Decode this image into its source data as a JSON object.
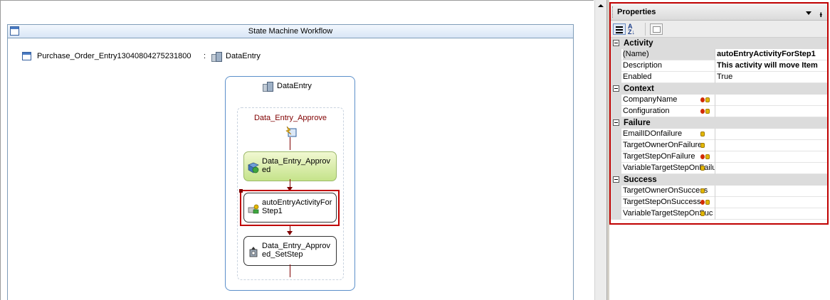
{
  "designer": {
    "workflow_title": "State Machine Workflow",
    "root_activity_name": "Purchase_Order_Entry13040804275231800",
    "root_separator": ":",
    "initial_state_link": "DataEntry",
    "state": {
      "title": "DataEntry",
      "event_driven_title": "Data_Entry_Approve",
      "activities": [
        {
          "label": "Data_Entry_Approved",
          "icon": "handle-external-event-icon"
        },
        {
          "label": "autoEntryActivityForStep1",
          "icon": "custom-activity-icon"
        },
        {
          "label": "Data_Entry_Approved_SetStep",
          "icon": "set-state-icon"
        }
      ],
      "selected_activity": "autoEntryActivityForStep1"
    }
  },
  "properties": {
    "title": "Properties",
    "categories": [
      {
        "name": "Activity",
        "rows": [
          {
            "name": "(Name)",
            "value": "autoEntryActivityForStep1",
            "bold": true
          },
          {
            "name": "Description",
            "value": "This activity will move Item",
            "bold": true
          },
          {
            "name": "Enabled",
            "value": "True",
            "bold": false
          }
        ]
      },
      {
        "name": "Context",
        "rows": [
          {
            "name": "CompanyName",
            "value": "",
            "badges": [
              "error",
              "bind"
            ]
          },
          {
            "name": "Configuration",
            "value": "",
            "badges": [
              "error",
              "bind"
            ]
          }
        ]
      },
      {
        "name": "Failure",
        "rows": [
          {
            "name": "EmailIDOnfailure",
            "value": "",
            "badges": [
              "bind"
            ]
          },
          {
            "name": "TargetOwnerOnFailure",
            "value": "",
            "badges": [
              "bind"
            ]
          },
          {
            "name": "TargetStepOnFailure",
            "value": "",
            "badges": [
              "error",
              "bind"
            ]
          },
          {
            "name": "VariableTargetStepOnFailu",
            "value": "",
            "badges": [
              "bind"
            ]
          }
        ]
      },
      {
        "name": "Success",
        "rows": [
          {
            "name": "TargetOwnerOnSuccess",
            "value": "",
            "badges": [
              "bind"
            ]
          },
          {
            "name": "TargetStepOnSuccess",
            "value": "",
            "badges": [
              "error",
              "bind"
            ]
          },
          {
            "name": "VariableTargetStepOnSuc",
            "value": "",
            "badges": [
              "bind"
            ]
          }
        ]
      }
    ],
    "colors": {
      "highlight": "#c00000",
      "category_bg": "#dcdcdc",
      "event_title": "#800000"
    }
  }
}
